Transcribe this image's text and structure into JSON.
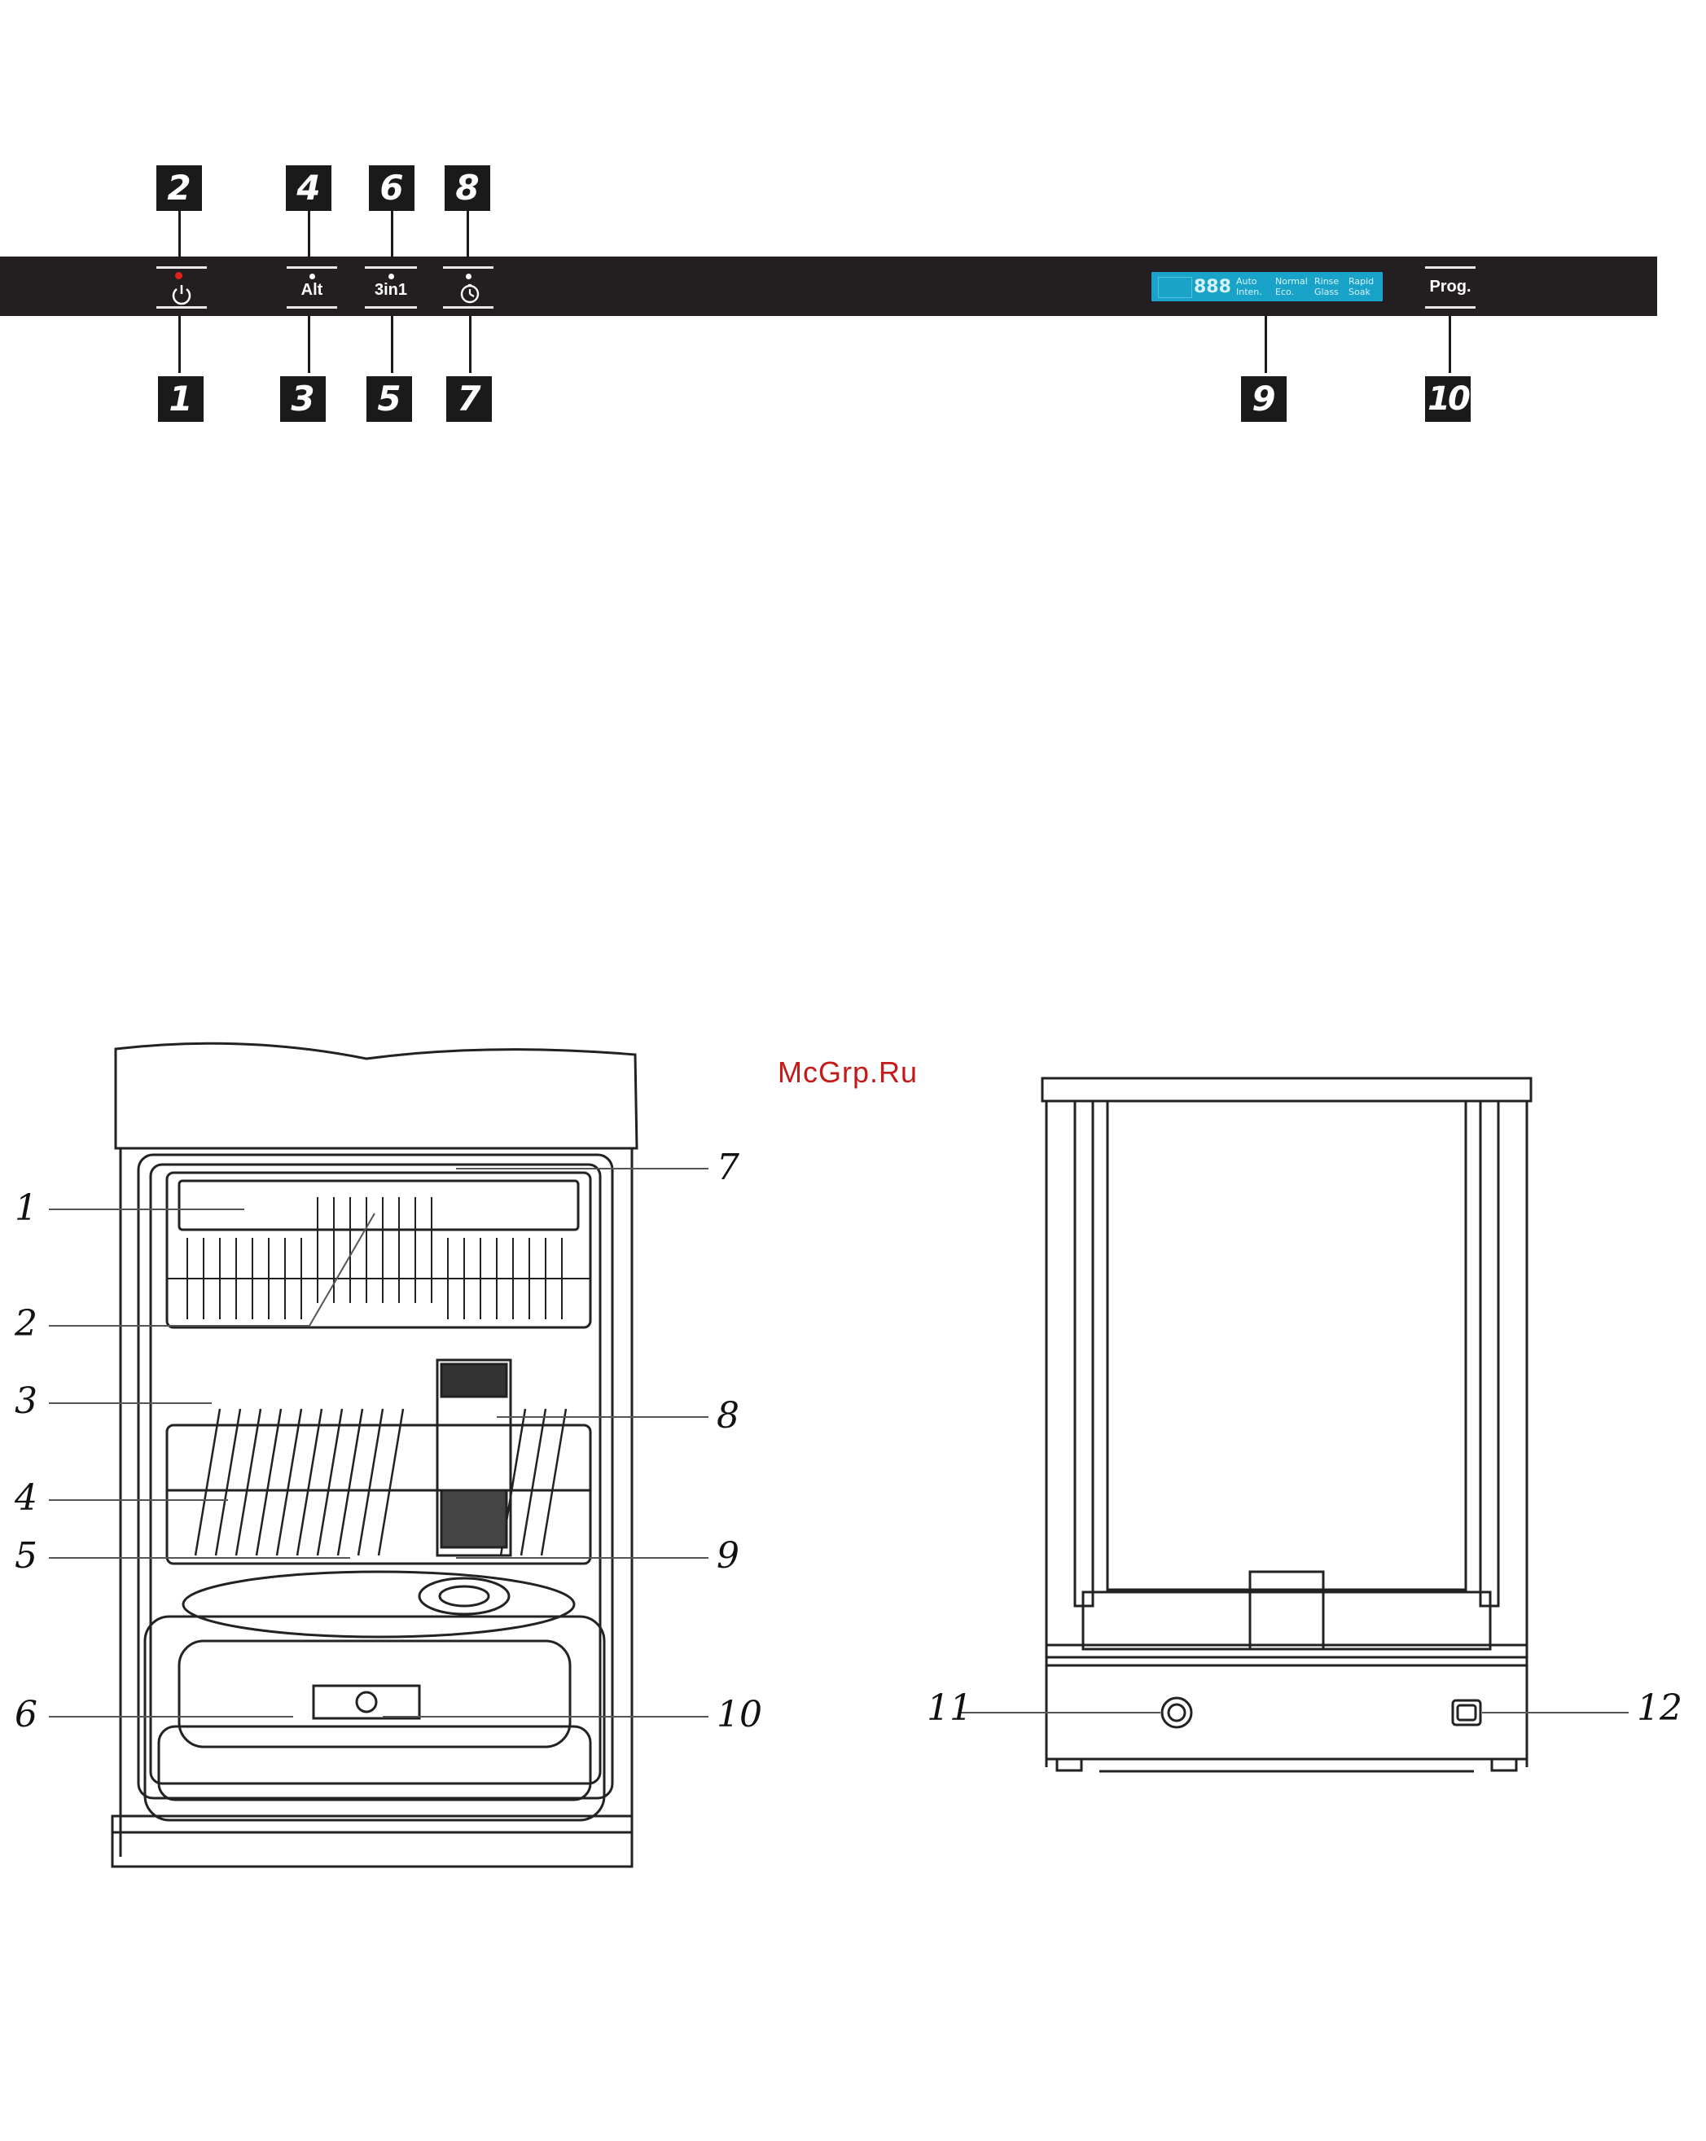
{
  "panel": {
    "keys": [
      {
        "id": "power",
        "label": "",
        "icon": "power-icon"
      },
      {
        "id": "alt",
        "label": "Alt"
      },
      {
        "id": "3in1",
        "label": "3in1"
      },
      {
        "id": "delay",
        "label": "",
        "icon": "clock-icon"
      },
      {
        "id": "prog",
        "label": "Prog."
      }
    ],
    "display": {
      "digits": "888",
      "programs": [
        "Auto",
        "Inten.",
        "Normal",
        "Eco.",
        "Rinse",
        "Glass",
        "Rapid",
        "Soak"
      ]
    },
    "callouts_top": [
      "2",
      "4",
      "6",
      "8"
    ],
    "callouts_bottom": [
      "1",
      "3",
      "5",
      "7",
      "9",
      "10"
    ]
  },
  "front_view": {
    "callouts_left": [
      "1",
      "2",
      "3",
      "4",
      "5",
      "6"
    ],
    "callouts_right": [
      "7",
      "8",
      "9",
      "10"
    ]
  },
  "rear_view": {
    "callouts": [
      "11",
      "12"
    ]
  },
  "watermark": "McGrp.Ru",
  "colors": {
    "panel": "#231f20",
    "display": "#1aa3c8",
    "power_led": "#e0201b",
    "watermark": "#c41a1a"
  }
}
